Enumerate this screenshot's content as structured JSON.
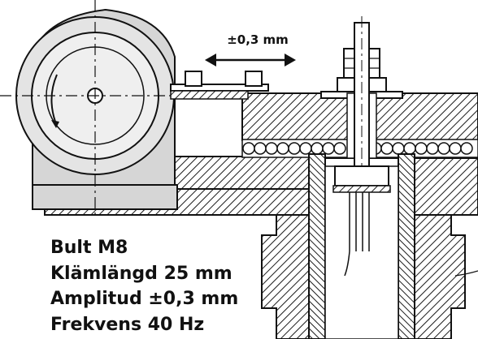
{
  "figure": {
    "amplitude_label": "±0,3 mm",
    "specs": [
      "Bult M8",
      "Klämlängd 25 mm",
      "Amplitud ±0,3 mm",
      "Frekvens 40 Hz"
    ]
  },
  "colors": {
    "ink": "#111111",
    "hatch": "#222222",
    "fill_grey": "#d9d9d9",
    "background": "#ffffff"
  },
  "icons": {
    "movement_arrow": "double-headed-arrow"
  }
}
